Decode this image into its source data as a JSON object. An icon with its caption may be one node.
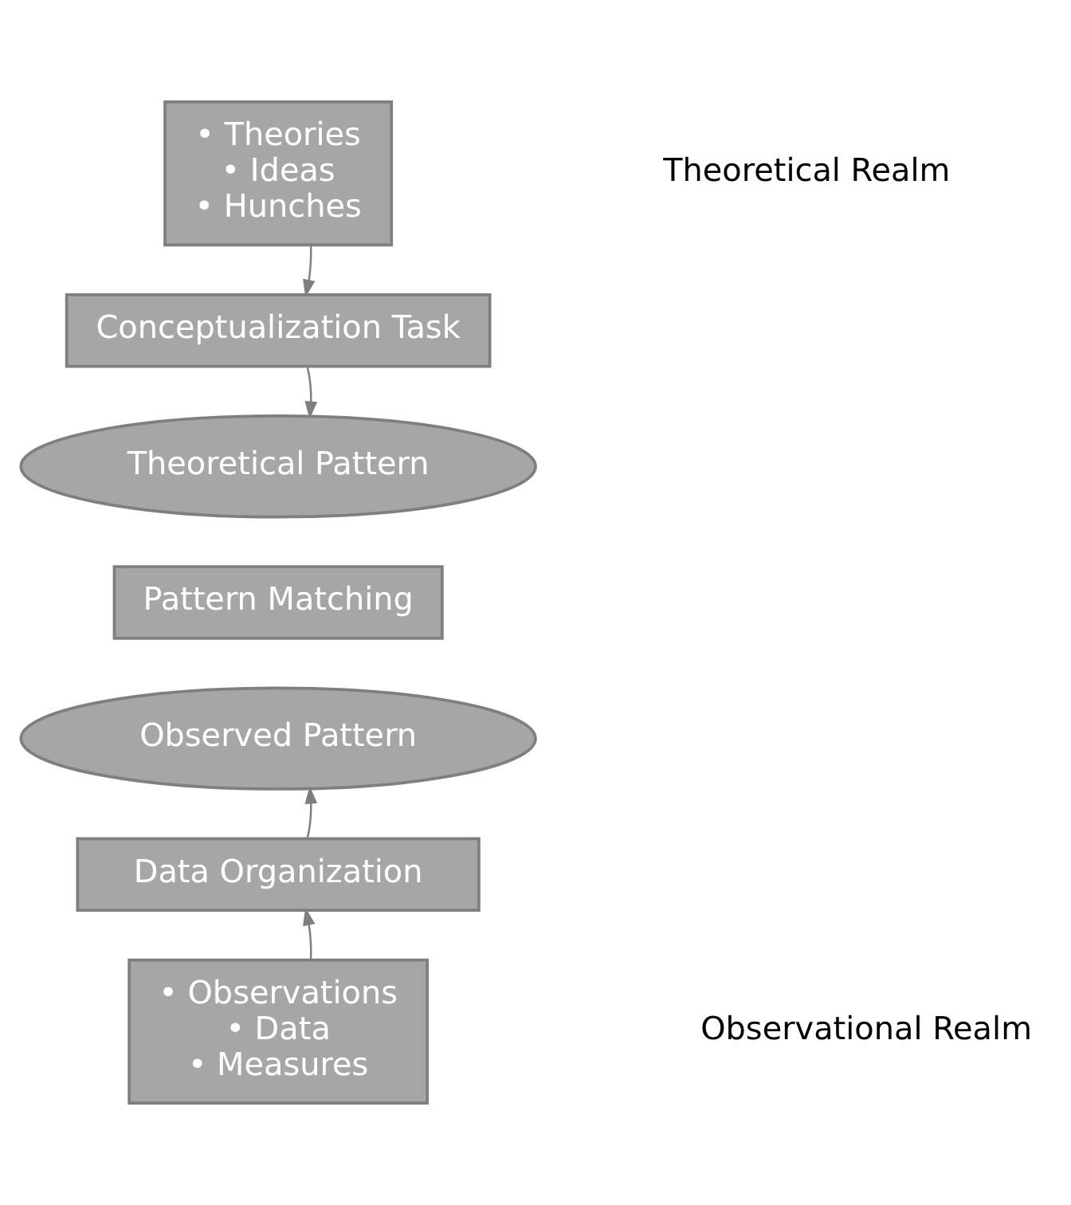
{
  "diagram": {
    "nodes": [
      {
        "text": [
          "• Theories",
          "• Ideas",
          "• Hunches"
        ]
      },
      {
        "text": [
          "Conceptualization Task"
        ]
      },
      {
        "text": [
          "Theoretical Pattern"
        ]
      },
      {
        "text": [
          "Pattern Matching"
        ]
      },
      {
        "text": [
          "Observed Pattern"
        ]
      },
      {
        "text": [
          "Data Organization"
        ]
      },
      {
        "text": [
          "• Observations",
          "• Data",
          "• Measures"
        ]
      }
    ],
    "edges": [
      {
        "from": 0,
        "to": 1,
        "arrow": "to"
      },
      {
        "from": 1,
        "to": 2,
        "arrow": "to"
      },
      {
        "from": 6,
        "to": 5,
        "arrow": "to"
      },
      {
        "from": 5,
        "to": 4,
        "arrow": "to"
      }
    ],
    "labels": [
      "Theoretical Realm",
      "Observational Realm"
    ]
  }
}
